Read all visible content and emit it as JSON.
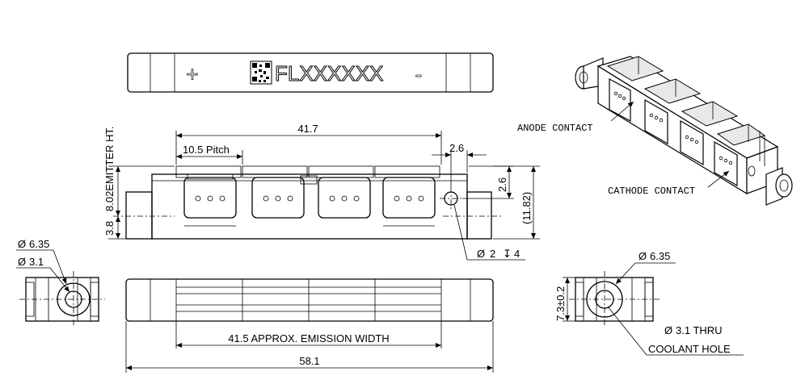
{
  "top_view": {
    "plus_sign": "+",
    "minus_sign": "-",
    "part_number": "FLXXXXXX"
  },
  "front_view": {
    "dim_overall_pitch_span": "41.7",
    "dim_pitch": "10.5 Pitch",
    "dim_hole_offset_h": "2.6",
    "dim_hole_offset_v": "2.6",
    "dim_height": "(11.82)",
    "dim_emitter_ht": "8.02EMITTER HT.",
    "dim_lower": "3.8",
    "hole_callout": "2",
    "hole_depth": "4"
  },
  "end_view_left": {
    "dim_outer": "6.35",
    "dim_inner": "3.1"
  },
  "bottom_view": {
    "dim_emission_width": "41.5 APPROX. EMISSION WIDTH",
    "dim_overall_length": "58.1"
  },
  "end_view_right": {
    "dim_outer": "6.35",
    "dim_height": "7.3±0.2",
    "dim_inner": "3.1 THRU",
    "coolant_label": "COOLANT HOLE"
  },
  "iso_view": {
    "anode_label": "ANODE CONTACT",
    "cathode_label": "CATHODE CONTACT"
  },
  "symbols": {
    "diameter": "Ø",
    "depth": "↧"
  }
}
